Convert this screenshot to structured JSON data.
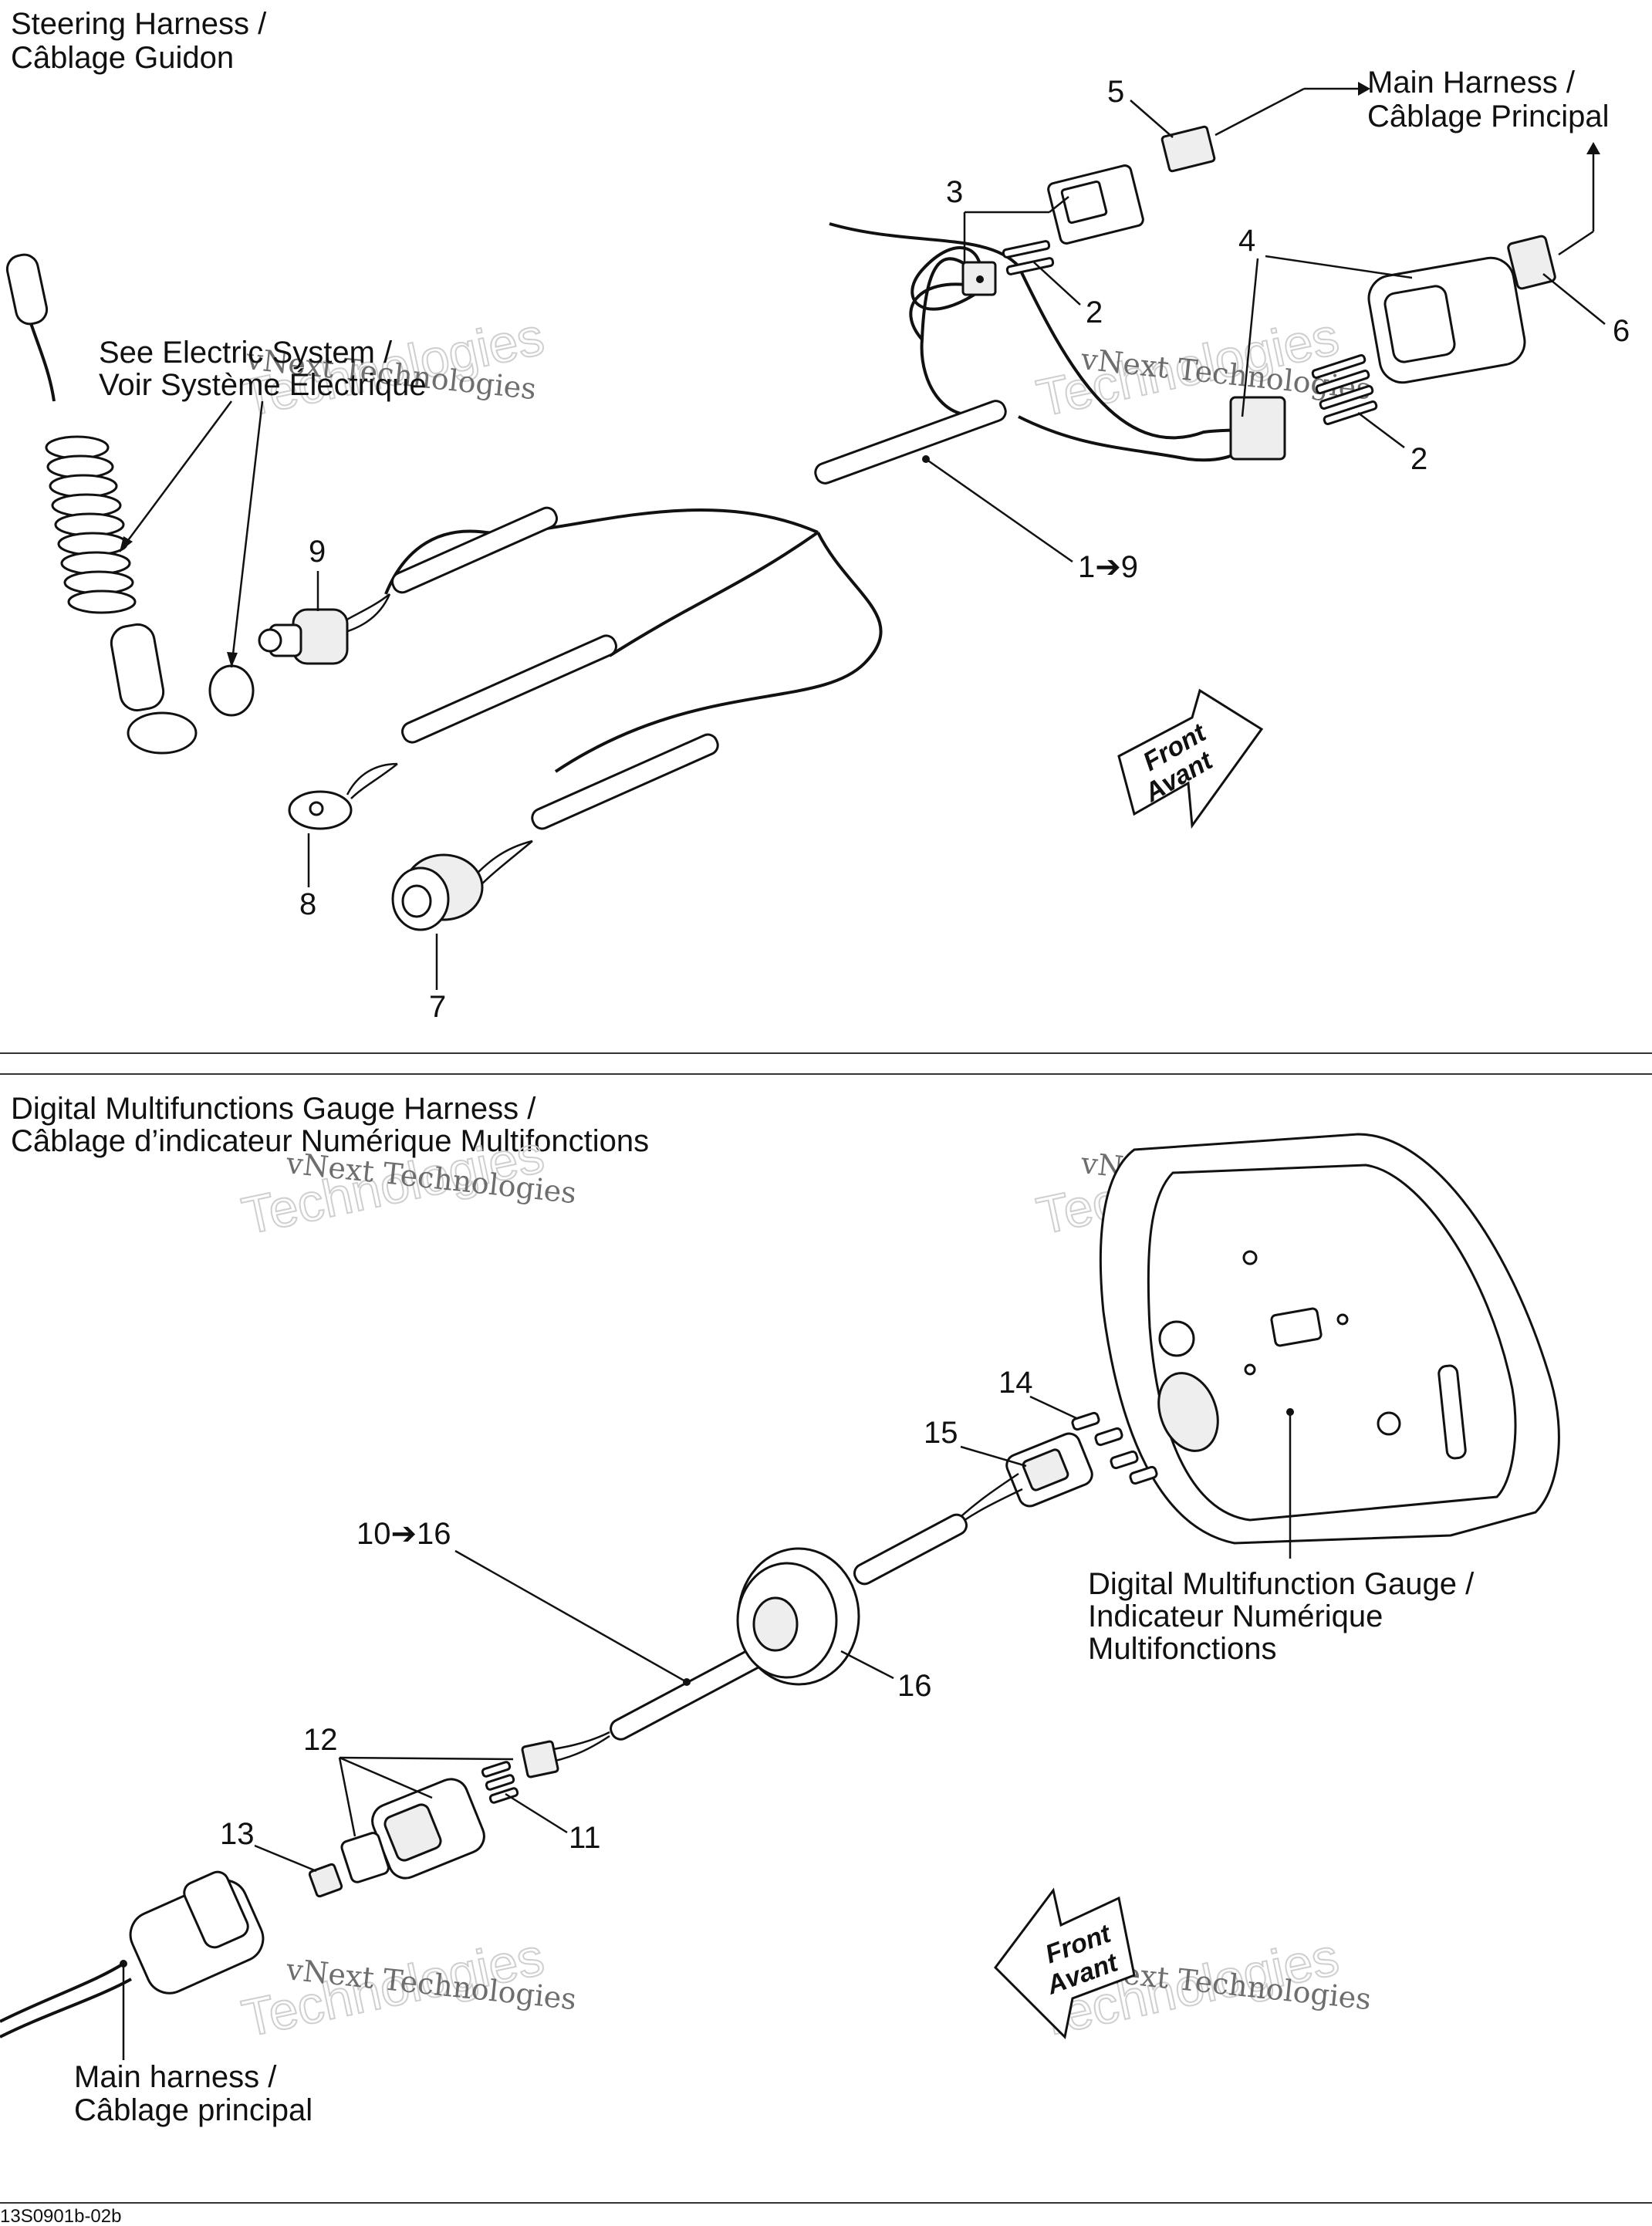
{
  "sections": {
    "steering": {
      "title_line1": "Steering Harness /",
      "title_line2": "Câblage Guidon"
    },
    "gauge": {
      "title_line1": "Digital Multifunctions Gauge Harness /",
      "title_line2": "Câblage d’indicateur Numérique Multifonctions"
    }
  },
  "callouts": {
    "main_harness_top_1": "Main Harness  /",
    "main_harness_top_2": "Câblage Principal",
    "electric_system_1": "See Electric System /",
    "electric_system_2": "Voir Système Électrique",
    "gauge_label_1": "Digital Multifunction Gauge /",
    "gauge_label_2": "Indicateur Numérique",
    "gauge_label_3": "Multifonctions",
    "main_harness_bottom_1": "Main harness /",
    "main_harness_bottom_2": "Câblage principal"
  },
  "part_numbers": {
    "p1_9": "1➔9",
    "p2a": "2",
    "p2b": "2",
    "p3": "3",
    "p4": "4",
    "p5": "5",
    "p6": "6",
    "p7": "7",
    "p8": "8",
    "p9": "9",
    "p10_16": "10➔16",
    "p11": "11",
    "p12": "12",
    "p13": "13",
    "p14": "14",
    "p15": "15",
    "p16": "16"
  },
  "direction_arrows": {
    "top_line1": "Front",
    "top_line2": "Avant",
    "bottom_line1": "Front",
    "bottom_line2": "Avant"
  },
  "watermark": {
    "line1": "vNext Technologies",
    "line2": "Technologies"
  },
  "footer": {
    "drawing_code": "13S0901b-02b"
  }
}
